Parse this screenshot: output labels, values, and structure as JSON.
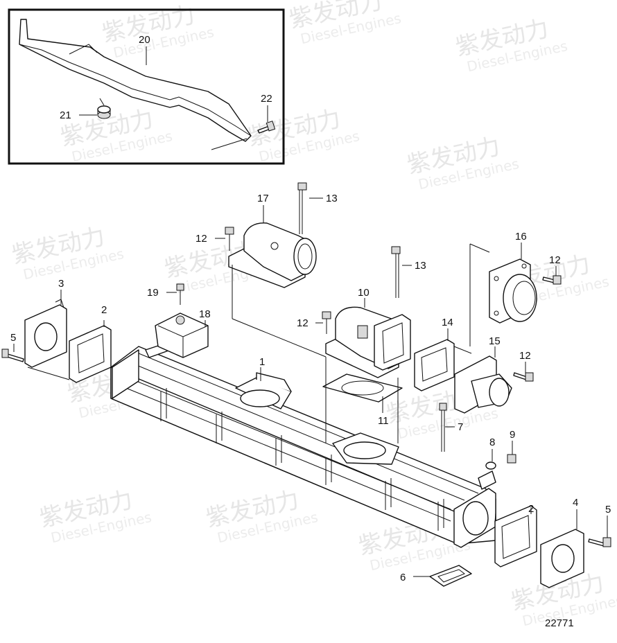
{
  "drawing_number": "22771",
  "watermark": {
    "brand": "紫发动力",
    "sub": "Diesel-Engines"
  },
  "callouts": [
    {
      "id": "c1",
      "label": "1"
    },
    {
      "id": "c2a",
      "label": "2"
    },
    {
      "id": "c2b",
      "label": "2"
    },
    {
      "id": "c3",
      "label": "3"
    },
    {
      "id": "c4",
      "label": "4"
    },
    {
      "id": "c5a",
      "label": "5"
    },
    {
      "id": "c5b",
      "label": "5"
    },
    {
      "id": "c6",
      "label": "6"
    },
    {
      "id": "c7",
      "label": "7"
    },
    {
      "id": "c8",
      "label": "8"
    },
    {
      "id": "c9",
      "label": "9"
    },
    {
      "id": "c10",
      "label": "10"
    },
    {
      "id": "c11",
      "label": "11"
    },
    {
      "id": "c12a",
      "label": "12"
    },
    {
      "id": "c12b",
      "label": "12"
    },
    {
      "id": "c12c",
      "label": "12"
    },
    {
      "id": "c12d",
      "label": "12"
    },
    {
      "id": "c13a",
      "label": "13"
    },
    {
      "id": "c13b",
      "label": "13"
    },
    {
      "id": "c14",
      "label": "14"
    },
    {
      "id": "c15",
      "label": "15"
    },
    {
      "id": "c16",
      "label": "16"
    },
    {
      "id": "c17",
      "label": "17"
    },
    {
      "id": "c18",
      "label": "18"
    },
    {
      "id": "c19",
      "label": "19"
    },
    {
      "id": "c20",
      "label": "20"
    },
    {
      "id": "c21",
      "label": "21"
    },
    {
      "id": "c22",
      "label": "22"
    }
  ]
}
